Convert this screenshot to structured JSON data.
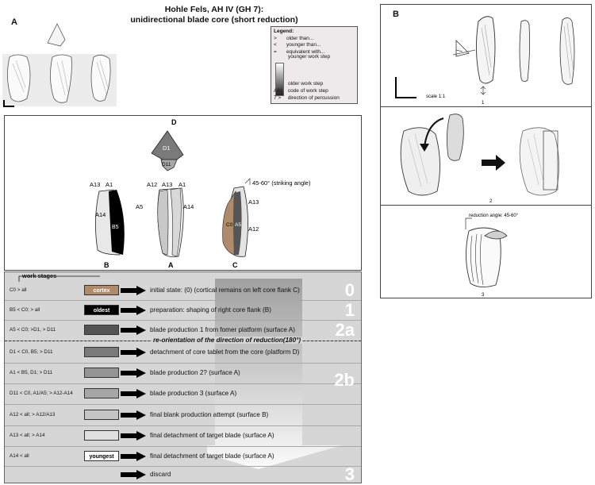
{
  "title": {
    "line1": "Hohle Fels, AH IV (GH 7):",
    "line2": "unidirectional blade core (short reduction)"
  },
  "panel_letters": {
    "a": "A",
    "b": "B"
  },
  "legend": {
    "heading": "Legend:",
    "items": [
      {
        "symbol": ">",
        "text": "older than..."
      },
      {
        "symbol": "<",
        "text": "younger than..."
      },
      {
        "symbol": "=",
        "text": "equivalent with..."
      }
    ],
    "younger": "younger work step",
    "older": "older work step",
    "code_symbol": "A81",
    "code_text": "code of work step",
    "dir_symbol": "7 >",
    "dir_text": "direction of percussion"
  },
  "views": {
    "top_label": "D",
    "top_parts": [
      "D1",
      "D11"
    ],
    "left": {
      "bottom": "B",
      "tops": [
        "A13",
        "A1"
      ],
      "side": "A14",
      "center": "B5"
    },
    "mid": {
      "bottom": "A",
      "tops": [
        "A12",
        "A13",
        "A1"
      ],
      "left_side": "A5",
      "right_side": "A14"
    },
    "right": {
      "bottom": "C",
      "angle": "45-60° (striking angle)",
      "right_labels": [
        "A13",
        "A12"
      ],
      "inner": [
        "C0",
        "A5"
      ]
    }
  },
  "panelB": {
    "scale": "scale 1:1",
    "fig1": "1",
    "fig2": "2",
    "fig3": "3",
    "reduction_angle": "reduction angle: 45-60°"
  },
  "stages": {
    "header": "work stages",
    "rows": [
      {
        "code": "C0 > all",
        "swatch": "cortex",
        "color": "#b08b69",
        "text_color": "#ffffff",
        "desc": "initial state: (0) (cortical remains on left core flank C)",
        "num": "0"
      },
      {
        "code": "B5 < C0; > all",
        "swatch": "oldest",
        "color": "#000000",
        "text_color": "#ffffff",
        "desc": "preparation: shaping of right core flank (B)",
        "num": "1"
      },
      {
        "code": "A5 < C0; >D1, > D11",
        "swatch": "",
        "color": "#555555",
        "text_color": "#ffffff",
        "desc": "blade production 1 from fomer platform (surface A)",
        "num": "2a"
      },
      {
        "code": "D1 < C0, B5; > D11",
        "swatch": "",
        "color": "#7a7a7a",
        "text_color": "#ffffff",
        "desc": "detachment of core tablet from the core (platform D)",
        "num": ""
      },
      {
        "code": "A1 < B5, D1; > D11",
        "swatch": "",
        "color": "#959595",
        "text_color": "#ffffff",
        "desc": "blade production 2? (surface A)",
        "num": "2b"
      },
      {
        "code": "D11 < C0, A1/A5; > A12-A14",
        "swatch": "",
        "color": "#a6a6a6",
        "text_color": "#ffffff",
        "desc": "blade production 3 (surface A)",
        "num": ""
      },
      {
        "code": "A12 < all; > A12/A13",
        "swatch": "",
        "color": "#c5c5c5",
        "text_color": "#ffffff",
        "desc": "final blank production attempt (surface B)",
        "num": ""
      },
      {
        "code": "A13 < all; > A14",
        "swatch": "",
        "color": "#e0e0e0",
        "text_color": "#000000",
        "desc": "final detachment of target blade (surface A)",
        "num": ""
      },
      {
        "code": "A14 < all",
        "swatch": "youngest",
        "color": "#ffffff",
        "text_color": "#000000",
        "desc": "final detachment of target blade (surface A)",
        "num": ""
      },
      {
        "code": "",
        "swatch": "",
        "color": "",
        "text_color": "",
        "desc": "discard",
        "num": "3"
      }
    ],
    "reorientation": "re-orientation of the direction of reduction(180°)"
  }
}
